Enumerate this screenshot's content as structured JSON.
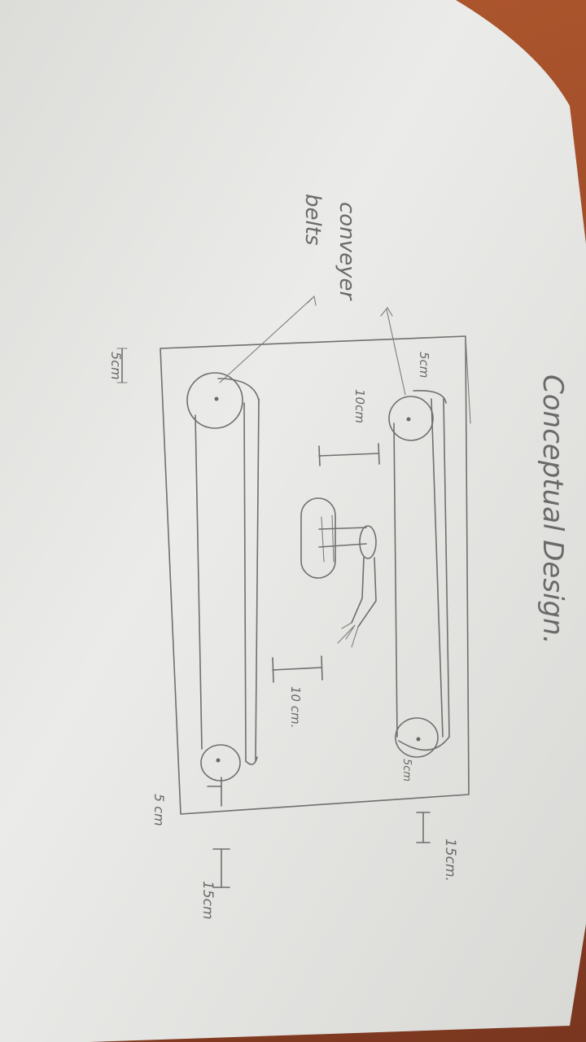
{
  "sketch": {
    "title": "Conceptual Design.",
    "label_conveyer": "conveyer",
    "label_belts": "belts",
    "dim_5cm_top": "5cm",
    "dim_10cm_gap": "10cm",
    "dim_5cm_bottom_right": "5cm",
    "dim_10cm_right": "10 cm.",
    "dim_5cm_left": "5cm",
    "dim_5cm_right_edge": "5 cm",
    "dim_15cm_a": "15cm.",
    "dim_15cm_b": "15cm"
  },
  "colors": {
    "table": "#9a4826",
    "paper": "#e9e9e7",
    "pencil": "#6f6f6f"
  }
}
